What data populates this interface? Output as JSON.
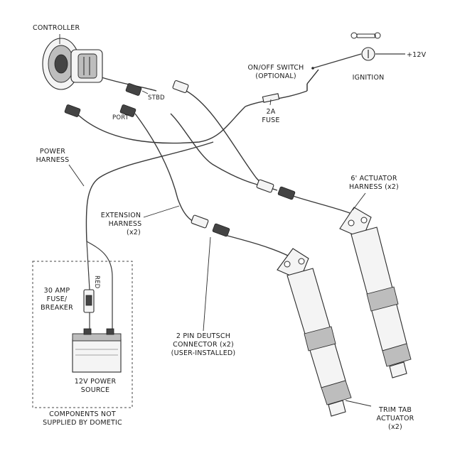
{
  "labels": {
    "controller": "CONTROLLER",
    "stbd": "STBD",
    "port": "PORT",
    "switch_line1": "ON/OFF SWITCH",
    "switch_line2": "(OPTIONAL)",
    "ignition": "IGNITION",
    "plus12v": "+12V",
    "fuse2a_line1": "2A",
    "fuse2a_line2": "FUSE",
    "power_line1": "POWER",
    "power_line2": "HARNESS",
    "ext_line1": "EXTENSION",
    "ext_line2": "HARNESS",
    "ext_line3": "(x2)",
    "act_harness_line1": "6' ACTUATOR",
    "act_harness_line2": "HARNESS (x2)",
    "red": "RED",
    "fuse30_line1": "30 AMP",
    "fuse30_line2": "FUSE/",
    "fuse30_line3": "BREAKER",
    "source_line1": "12V POWER",
    "source_line2": "SOURCE",
    "deutsch_line1": "2 PIN DEUTSCH",
    "deutsch_line2": "CONNECTOR (x2)",
    "deutsch_line3": "(USER-INSTALLED)",
    "trim_line1": "TRIM TAB",
    "trim_line2": "ACTUATOR",
    "trim_line3": "(x2)",
    "notsupplied_line1": "COMPONENTS NOT",
    "notsupplied_line2": "SUPPLIED BY DOMETIC"
  }
}
